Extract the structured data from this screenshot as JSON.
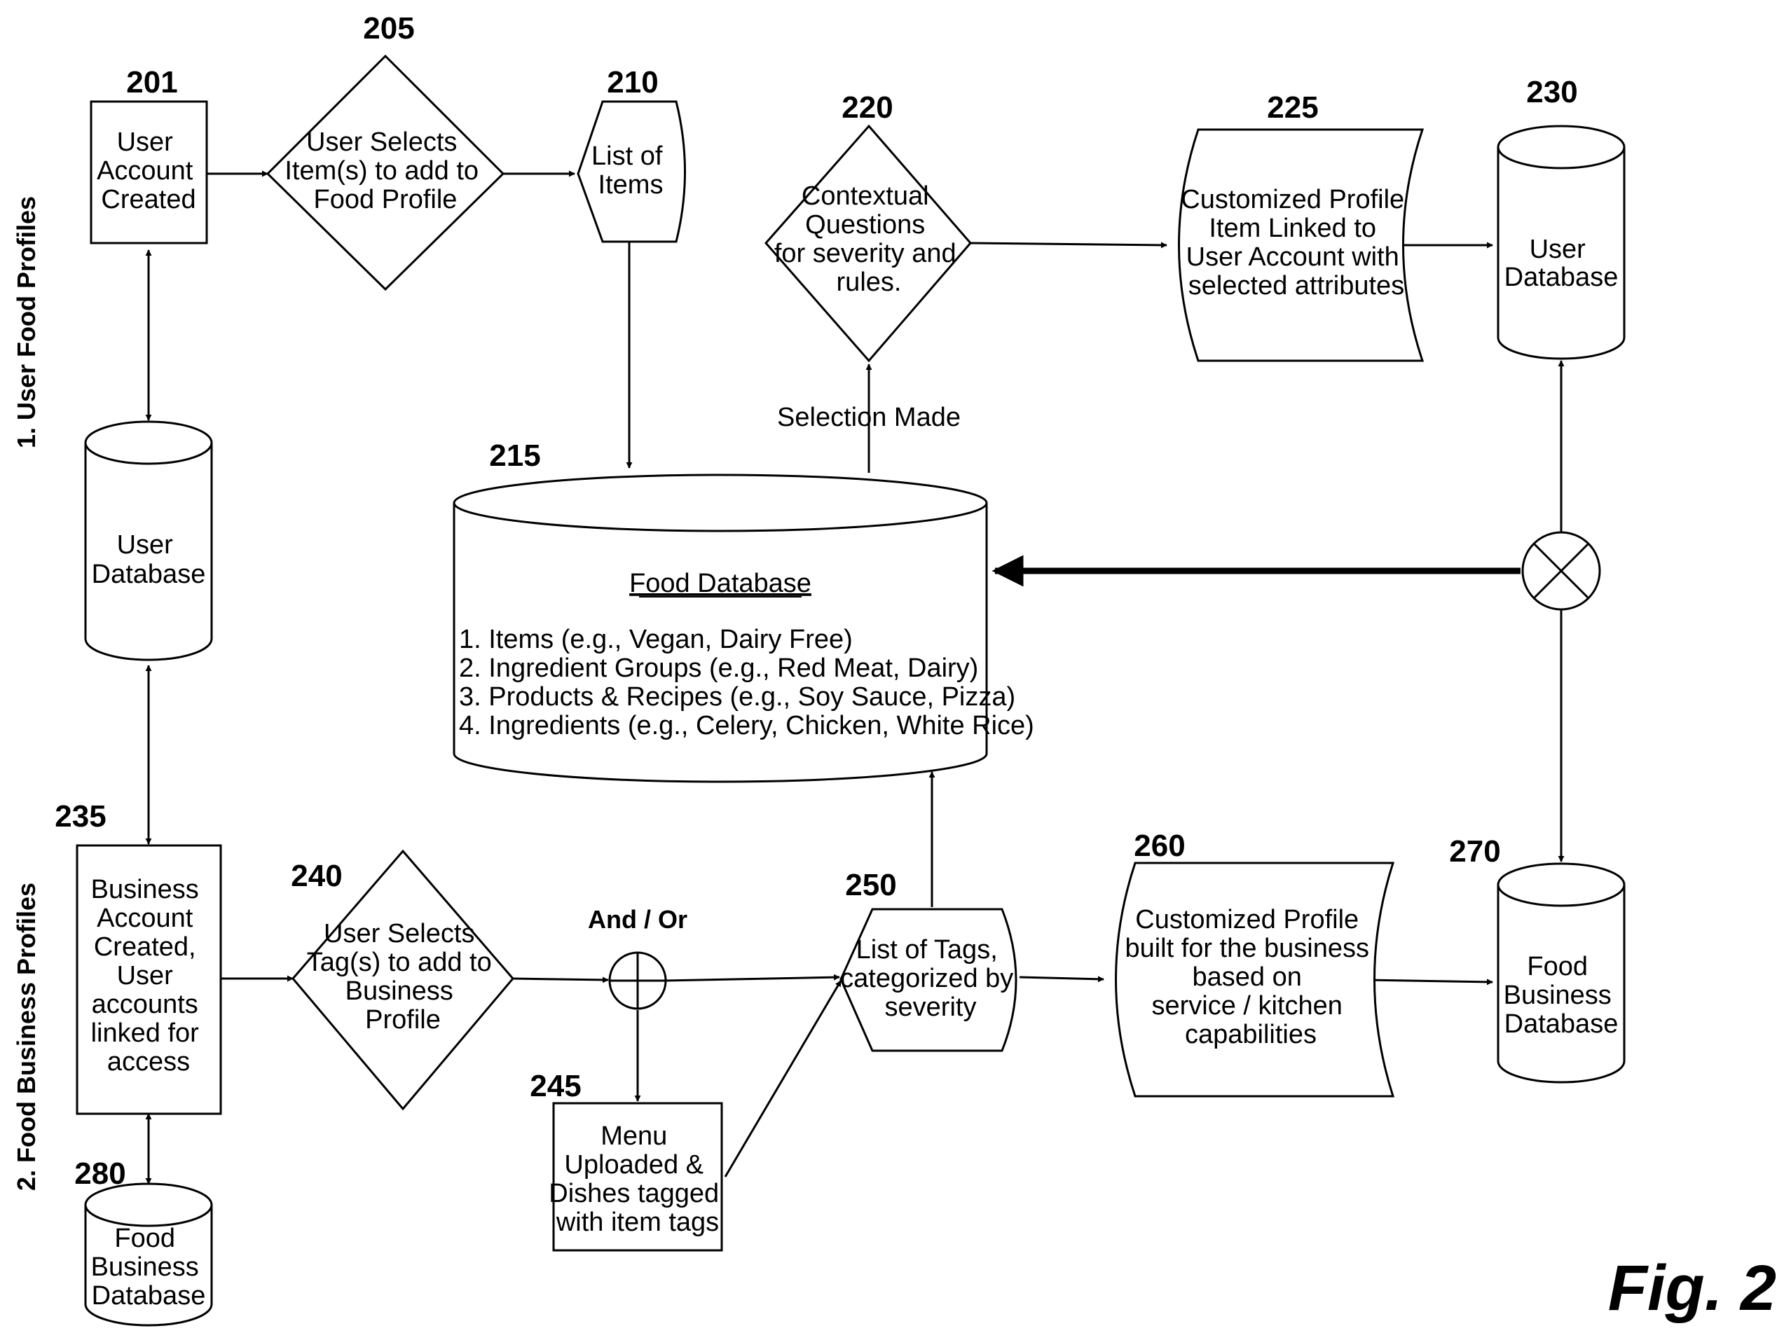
{
  "figure_label": "Fig. 2",
  "sections": {
    "user": "1. User Food Profiles",
    "business": "2. Food Business Profiles"
  },
  "nodes": {
    "n201": {
      "ref": "201",
      "lines": [
        "User",
        "Account",
        "Created"
      ]
    },
    "n205": {
      "ref": "205",
      "lines": [
        "User Selects",
        "Item(s) to add to",
        "Food Profile"
      ]
    },
    "n210": {
      "ref": "210",
      "lines": [
        "List of",
        "Items"
      ]
    },
    "n220": {
      "ref": "220",
      "lines": [
        "Contextual",
        "Questions",
        "for severity and",
        "rules."
      ]
    },
    "n225": {
      "ref": "225",
      "lines": [
        "Customized Profile",
        "Item Linked to",
        "User Account with",
        "selected attributes"
      ]
    },
    "n230": {
      "ref": "230",
      "lines": [
        "User",
        "Database"
      ]
    },
    "n_userdb": {
      "lines": [
        "User",
        "Database"
      ]
    },
    "n215": {
      "ref": "215",
      "title": "Food Database",
      "lines": [
        "1. Items (e.g., Vegan, Dairy Free)",
        "2. Ingredient Groups (e.g., Red Meat, Dairy)",
        "3. Products & Recipes (e.g., Soy Sauce, Pizza)",
        "4. Ingredients (e.g., Celery, Chicken, White Rice)"
      ]
    },
    "n235": {
      "ref": "235",
      "lines": [
        "Business",
        "Account",
        "Created,",
        "User",
        "accounts",
        "linked for",
        "access"
      ]
    },
    "n240": {
      "ref": "240",
      "lines": [
        "User Selects",
        "Tag(s) to add to",
        "Business",
        "Profile"
      ]
    },
    "n245": {
      "ref": "245",
      "lines": [
        "Menu",
        "Uploaded &",
        "Dishes tagged",
        "with item tags"
      ]
    },
    "n250": {
      "ref": "250",
      "lines": [
        "List of Tags,",
        "categorized by",
        "severity"
      ]
    },
    "n260": {
      "ref": "260",
      "lines": [
        "Customized Profile",
        "built for the business",
        "based on",
        "service / kitchen",
        "capabilities"
      ]
    },
    "n270": {
      "ref": "270",
      "lines": [
        "Food",
        "Business",
        "Database"
      ]
    },
    "n280": {
      "ref": "280",
      "lines": [
        "Food",
        "Business",
        "Database"
      ]
    }
  },
  "labels": {
    "selection_made": "Selection Made",
    "and_or": "And / Or"
  }
}
